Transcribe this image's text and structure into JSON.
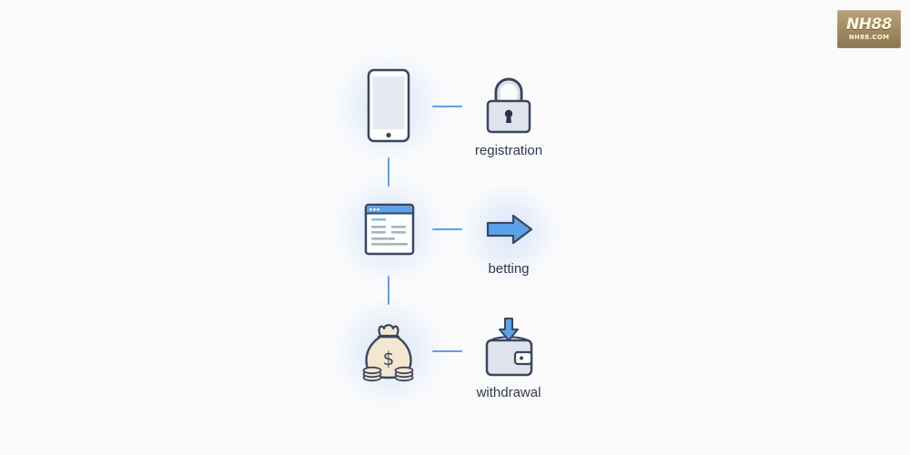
{
  "watermark": {
    "main": "NH88",
    "sub": "NH88.COM"
  },
  "steps": [
    {
      "label": "registration",
      "left_icon": "smartphone-icon",
      "right_icon": "padlock-icon"
    },
    {
      "label": "betting",
      "left_icon": "browser-window-icon",
      "right_icon": "arrow-right-icon"
    },
    {
      "label": "withdrawal",
      "left_icon": "money-bag-icon",
      "right_icon": "wallet-deposit-icon"
    }
  ],
  "colors": {
    "accent": "#5ba2ea",
    "outline": "#3a4660",
    "icon_fill": "#dfe4ec",
    "arrow_fill": "#5ba2ea",
    "money_fill": "#f4e7cf"
  }
}
